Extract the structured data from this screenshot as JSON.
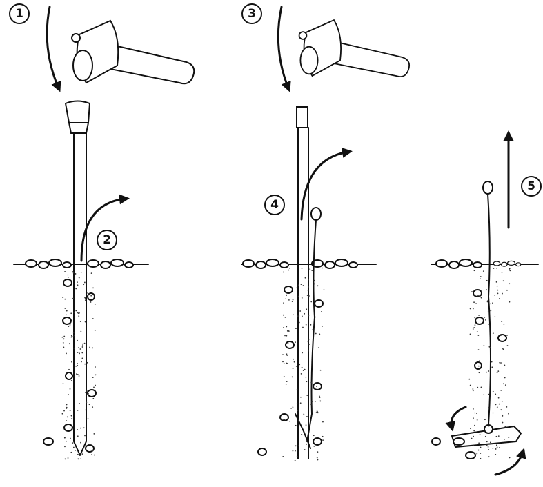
{
  "steps": [
    {
      "label": "1"
    },
    {
      "label": "2"
    },
    {
      "label": "3"
    },
    {
      "label": "4"
    },
    {
      "label": "5"
    }
  ]
}
